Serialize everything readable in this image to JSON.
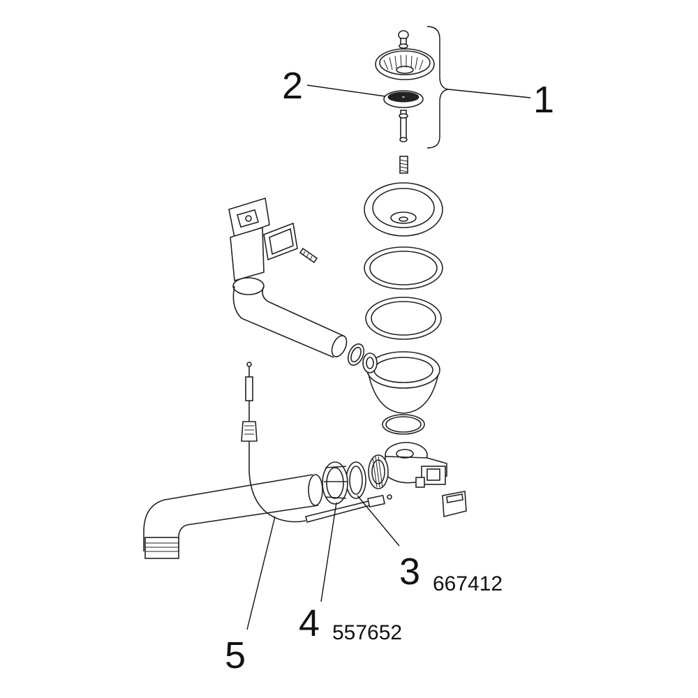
{
  "callouts": [
    {
      "num": "1",
      "part": ""
    },
    {
      "num": "2",
      "part": ""
    },
    {
      "num": "3",
      "part": "667412"
    },
    {
      "num": "4",
      "part": "557652"
    },
    {
      "num": "5",
      "part": ""
    }
  ]
}
